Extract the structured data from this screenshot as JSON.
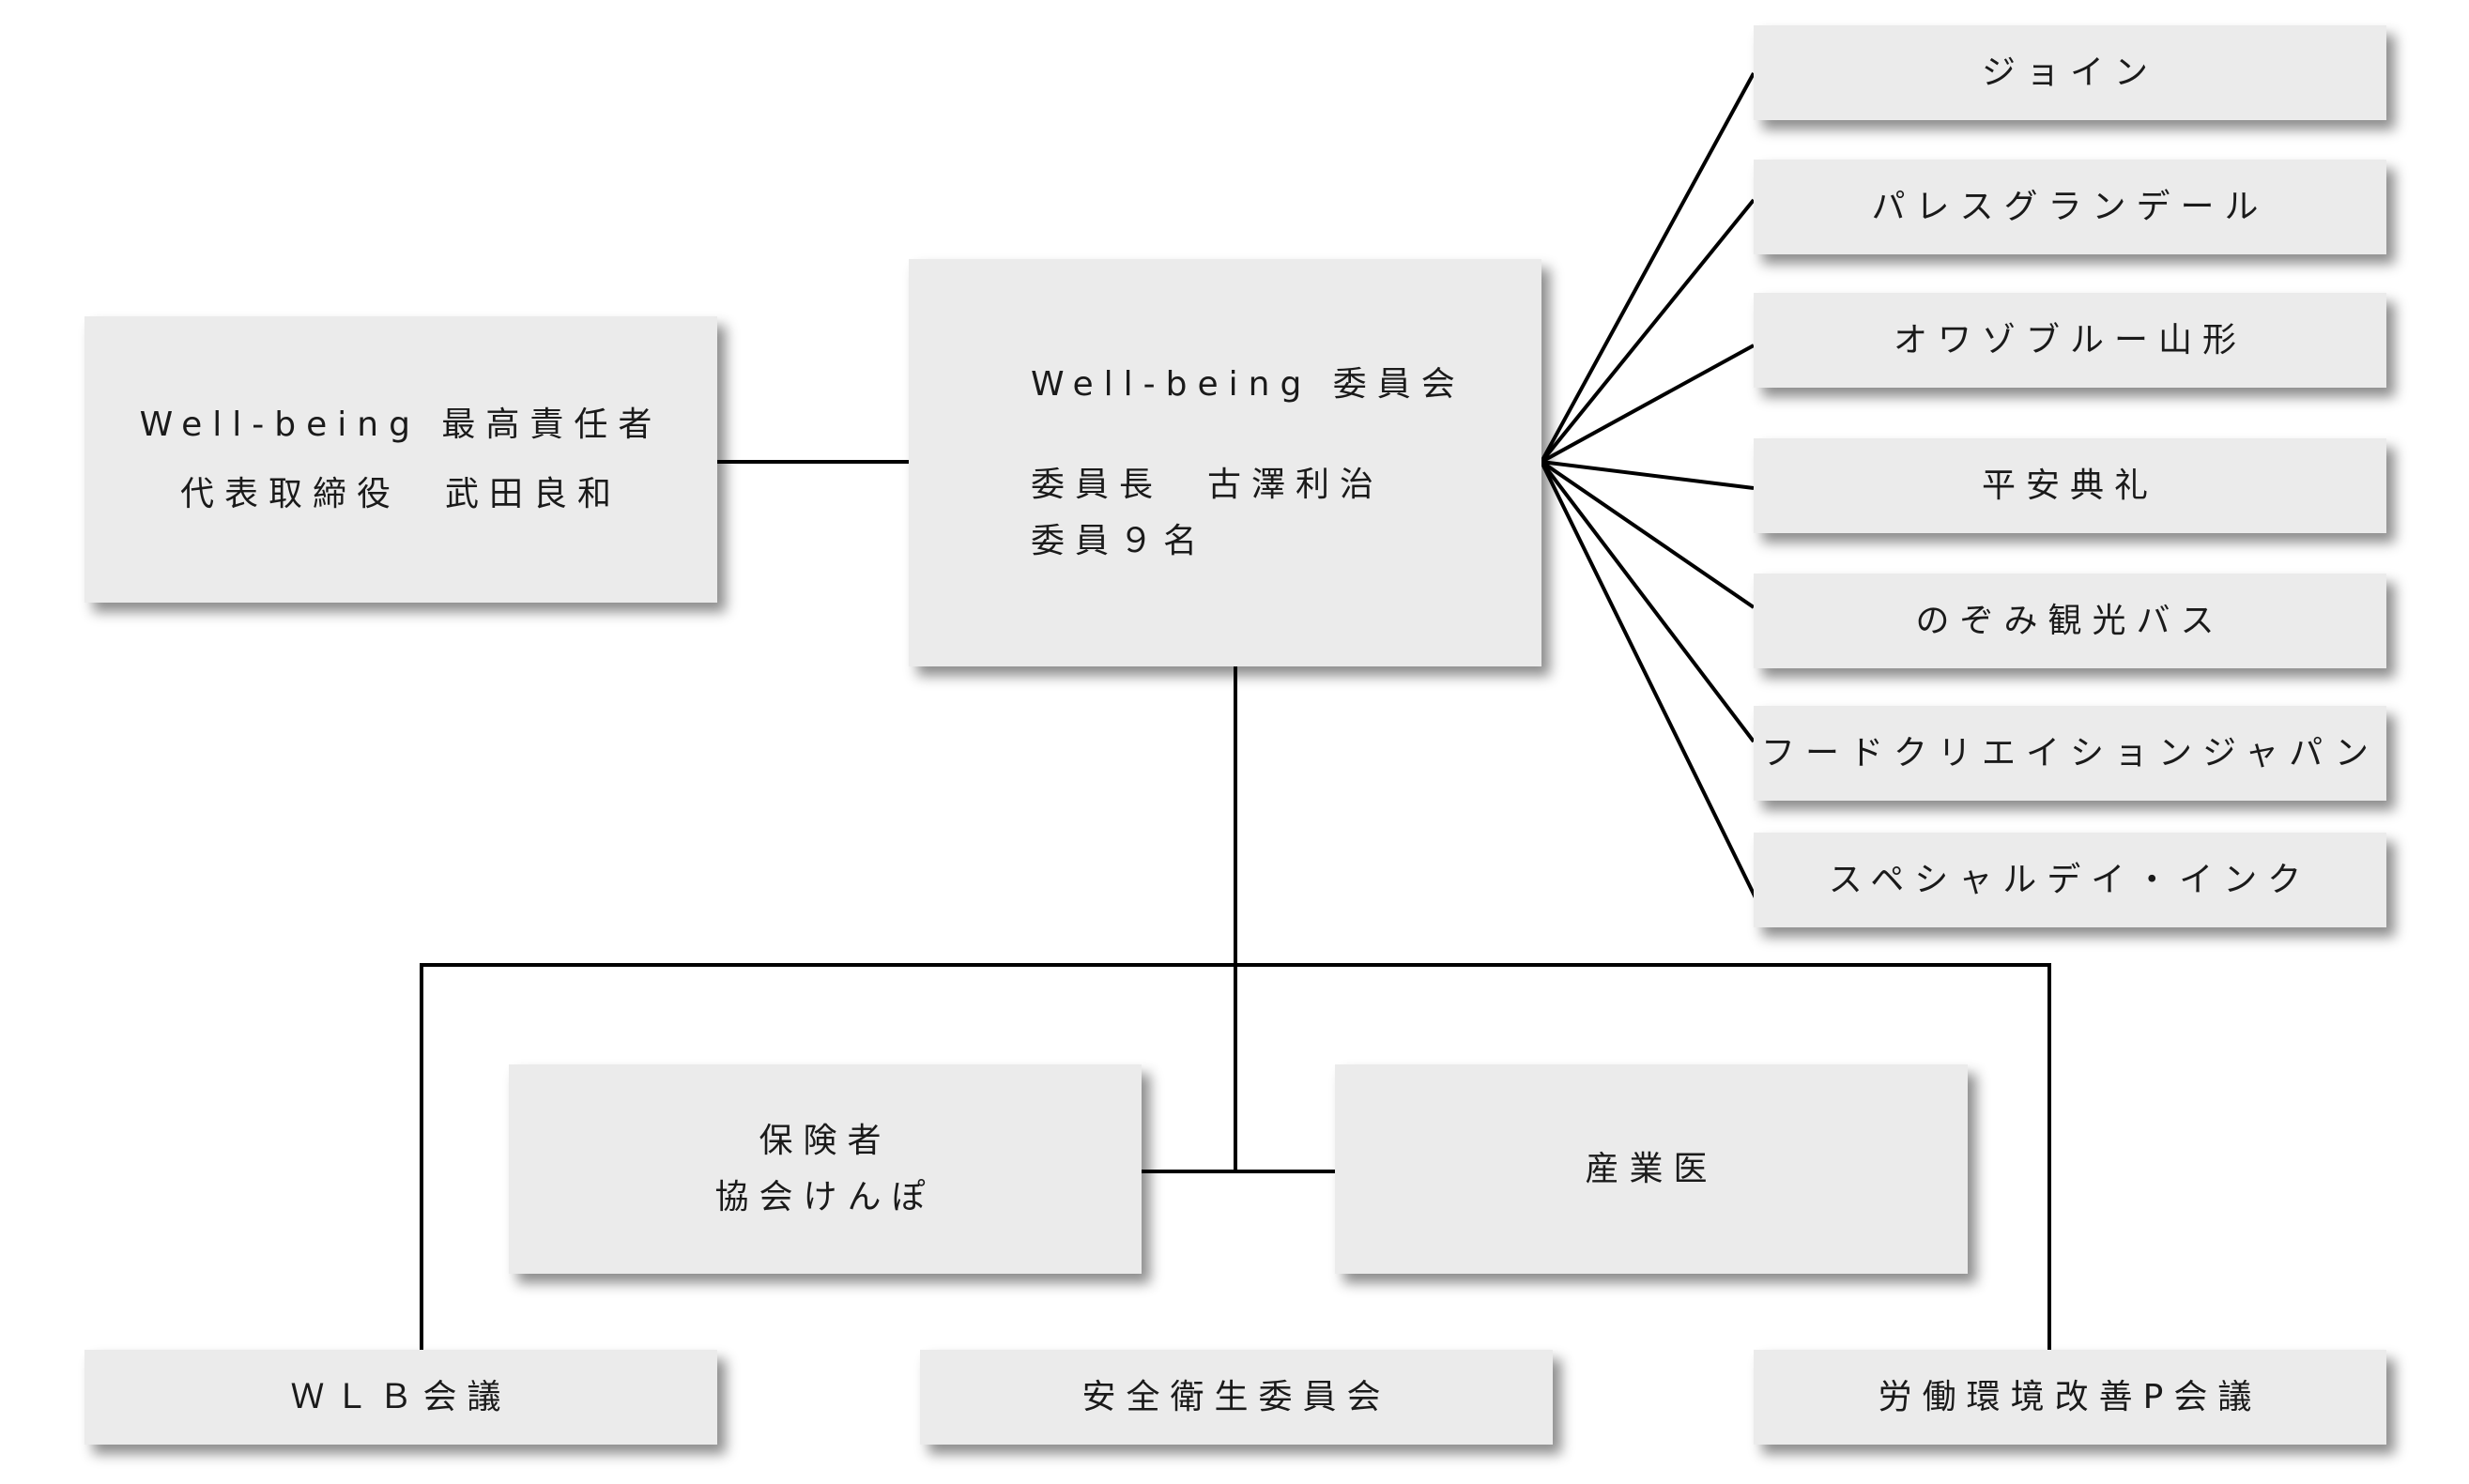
{
  "top": {
    "chief": {
      "line1": "Well-being 最高責任者",
      "line2": "代表取締役　武田良和"
    },
    "committee": {
      "line1": "Well-being 委員会",
      "line2": "委員長　古澤利治",
      "line3": "委員９名"
    }
  },
  "companies": [
    "ジョイン",
    "パレスグランデール",
    "オワゾブルー山形",
    "平安典礼",
    "のぞみ観光バス",
    "フードクリエイションジャパン",
    "スペシャルデイ・インク"
  ],
  "advisors": {
    "insurer_line1": "保険者",
    "insurer_line2": "協会けんぽ",
    "physician": "産業医"
  },
  "meetings": {
    "wlb": "ＷＬＢ会議",
    "safety": "安全衛生委員会",
    "labor": "労働環境改善P会議"
  }
}
